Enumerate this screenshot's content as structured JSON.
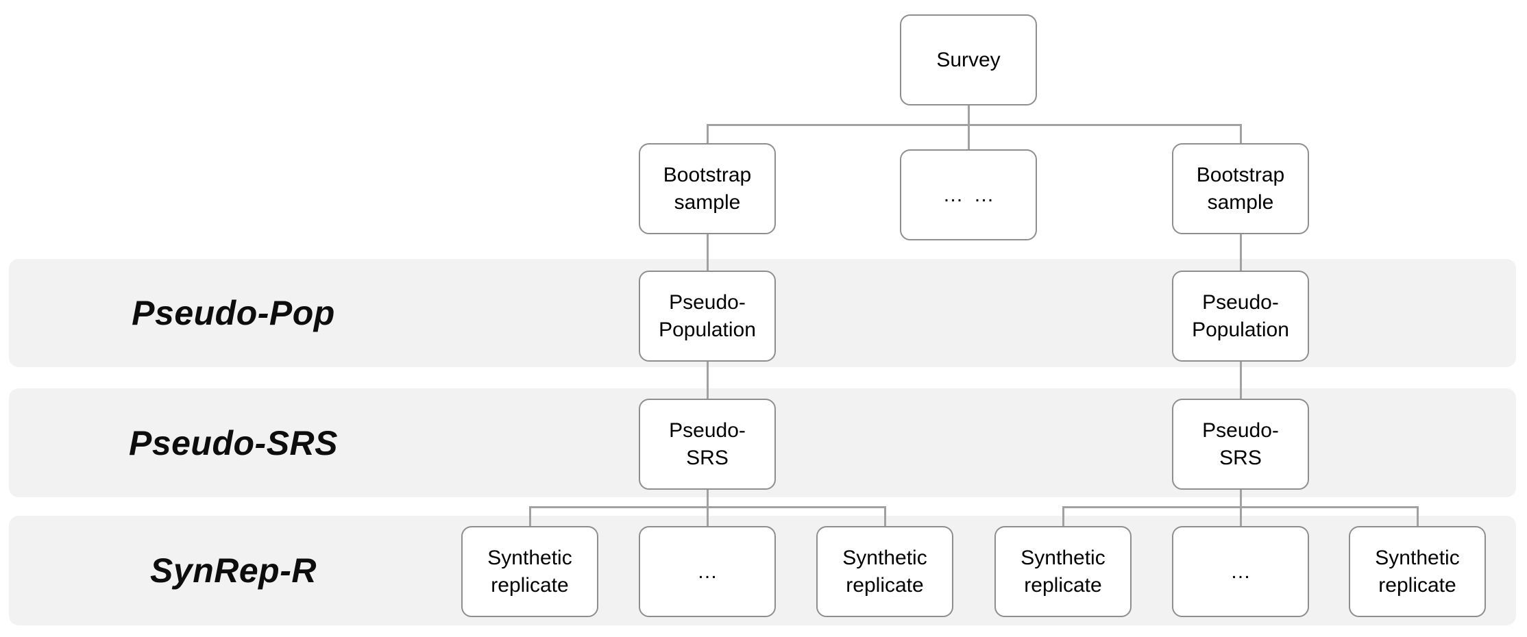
{
  "diagram": {
    "bands": [
      {
        "label": "Pseudo-Pop"
      },
      {
        "label": "Pseudo-SRS"
      },
      {
        "label": "SynRep-R"
      }
    ],
    "nodes": [
      {
        "id": "survey",
        "label": "Survey"
      },
      {
        "id": "bootstrap-left",
        "label": "Bootstrap\nsample"
      },
      {
        "id": "row2-ellipsis",
        "label": "… …"
      },
      {
        "id": "bootstrap-right",
        "label": "Bootstrap\nsample"
      },
      {
        "id": "pseudo-pop-left",
        "label": "Pseudo-\nPopulation"
      },
      {
        "id": "pseudo-pop-right",
        "label": "Pseudo-\nPopulation"
      },
      {
        "id": "pseudo-srs-left",
        "label": "Pseudo-\nSRS"
      },
      {
        "id": "pseudo-srs-right",
        "label": "Pseudo-\nSRS"
      },
      {
        "id": "synthetic-replicate-1",
        "label": "Synthetic\nreplicate"
      },
      {
        "id": "left-group-ellipsis",
        "label": "…"
      },
      {
        "id": "synthetic-replicate-2",
        "label": "Synthetic\nreplicate"
      },
      {
        "id": "synthetic-replicate-3",
        "label": "Synthetic\nreplicate"
      },
      {
        "id": "right-group-ellipsis",
        "label": "…"
      },
      {
        "id": "synthetic-replicate-4",
        "label": "Synthetic\nreplicate"
      }
    ]
  },
  "colors": {
    "band_fill": "#f2f2f2",
    "box_border": "#8e8e8e",
    "connector": "#a1a1a1",
    "text": "#000000",
    "label_text": "#0d0d0d"
  }
}
